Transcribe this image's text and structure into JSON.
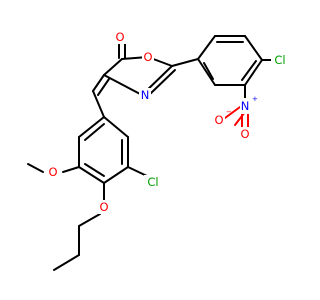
{
  "atoms": {
    "o_carbonyl": "O",
    "o_ring": "O",
    "n_ring": "N",
    "cl_top": "Cl",
    "n_nitro": "N",
    "nitro_plus": "+",
    "o_nitro_left": "O",
    "nitro_minus": "−",
    "o_nitro_bottom": "O",
    "o_methoxy": "O",
    "cl_bottom": "Cl",
    "o_propoxy": "O"
  },
  "colors": {
    "oxygen": "#ff0000",
    "nitrogen": "#0000ff",
    "chlorine": "#00a000",
    "carbon": "#000000"
  }
}
